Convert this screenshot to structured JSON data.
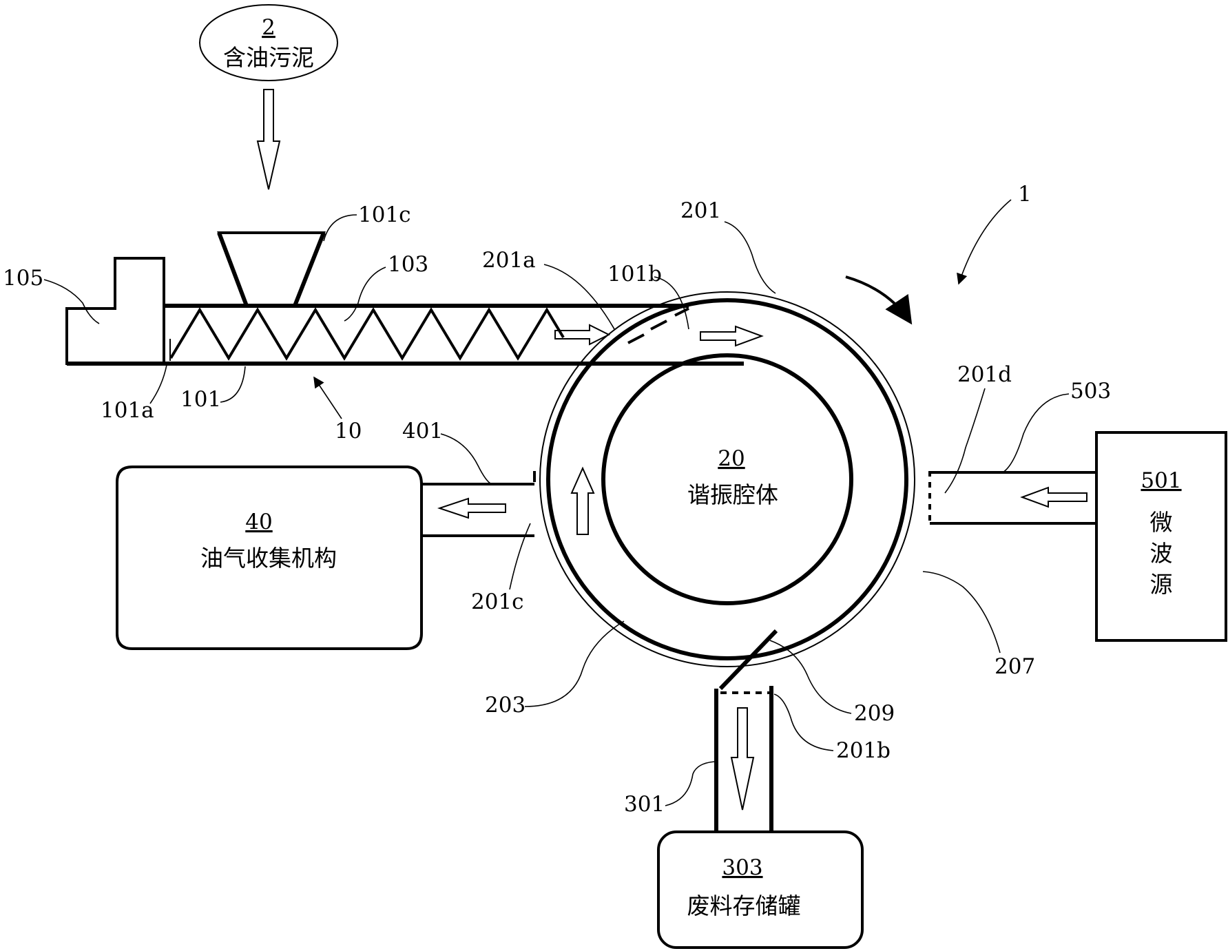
{
  "figure": {
    "feed": {
      "number": "2",
      "text": "含油污泥"
    },
    "resonant_cavity": {
      "number": "20",
      "text": "谐振腔体"
    },
    "oil_gas_collector": {
      "number": "40",
      "text": "油气收集机构"
    },
    "microwave_source": {
      "number": "501",
      "chars": [
        "微",
        "波",
        "源"
      ]
    },
    "waste_tank": {
      "number": "303",
      "text": "废料存储罐"
    },
    "reference_labels": {
      "system": "1",
      "conveyor": "10",
      "barrel": "101",
      "barrel_end": "101a",
      "barrel_outlet": "101b",
      "hopper": "101c",
      "screw": "103",
      "motor": "105",
      "outer_wall": "201",
      "inlet": "201a",
      "bottom_outlet": "201b",
      "gas_outlet": "201c",
      "microwave_port": "201d",
      "annular_channel": "203",
      "shield": "207",
      "deflector": "209",
      "discharge_pipe": "301",
      "gas_pipe": "401",
      "waveguide": "503"
    }
  }
}
